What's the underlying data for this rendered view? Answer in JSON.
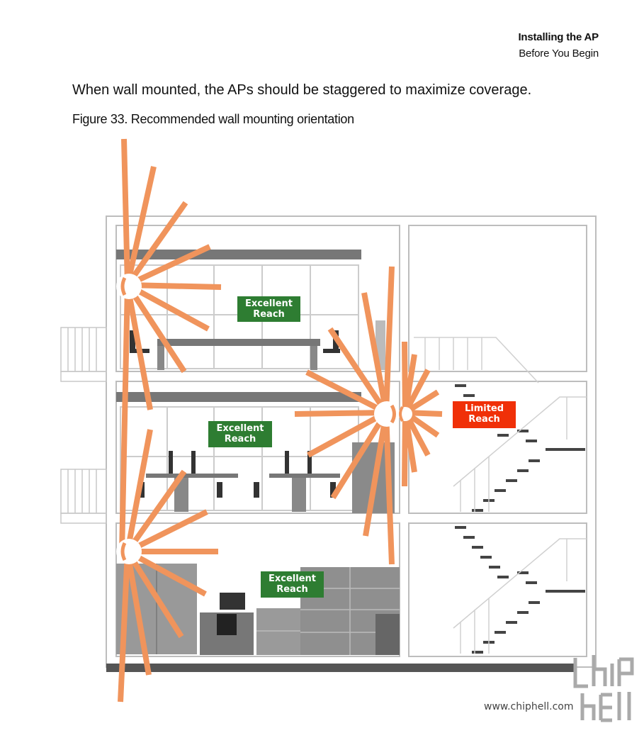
{
  "header": {
    "title": "Installing the AP",
    "subtitle": "Before You Begin"
  },
  "body_text": "When wall mounted, the APs should be staggered to maximize coverage.",
  "figure": {
    "caption": "Figure 33.  Recommended wall mounting orientation",
    "labels": {
      "top": [
        "Excellent",
        "Reach"
      ],
      "middle": [
        "Excellent",
        "Reach"
      ],
      "bottom": [
        "Excellent",
        "Reach"
      ],
      "limited": [
        "Limited",
        "Reach"
      ]
    },
    "colors": {
      "excellent": "#2e7d32",
      "limited": "#f03008",
      "signal": "#f0945c"
    }
  },
  "watermark": {
    "site": "www.chiphell.com"
  }
}
